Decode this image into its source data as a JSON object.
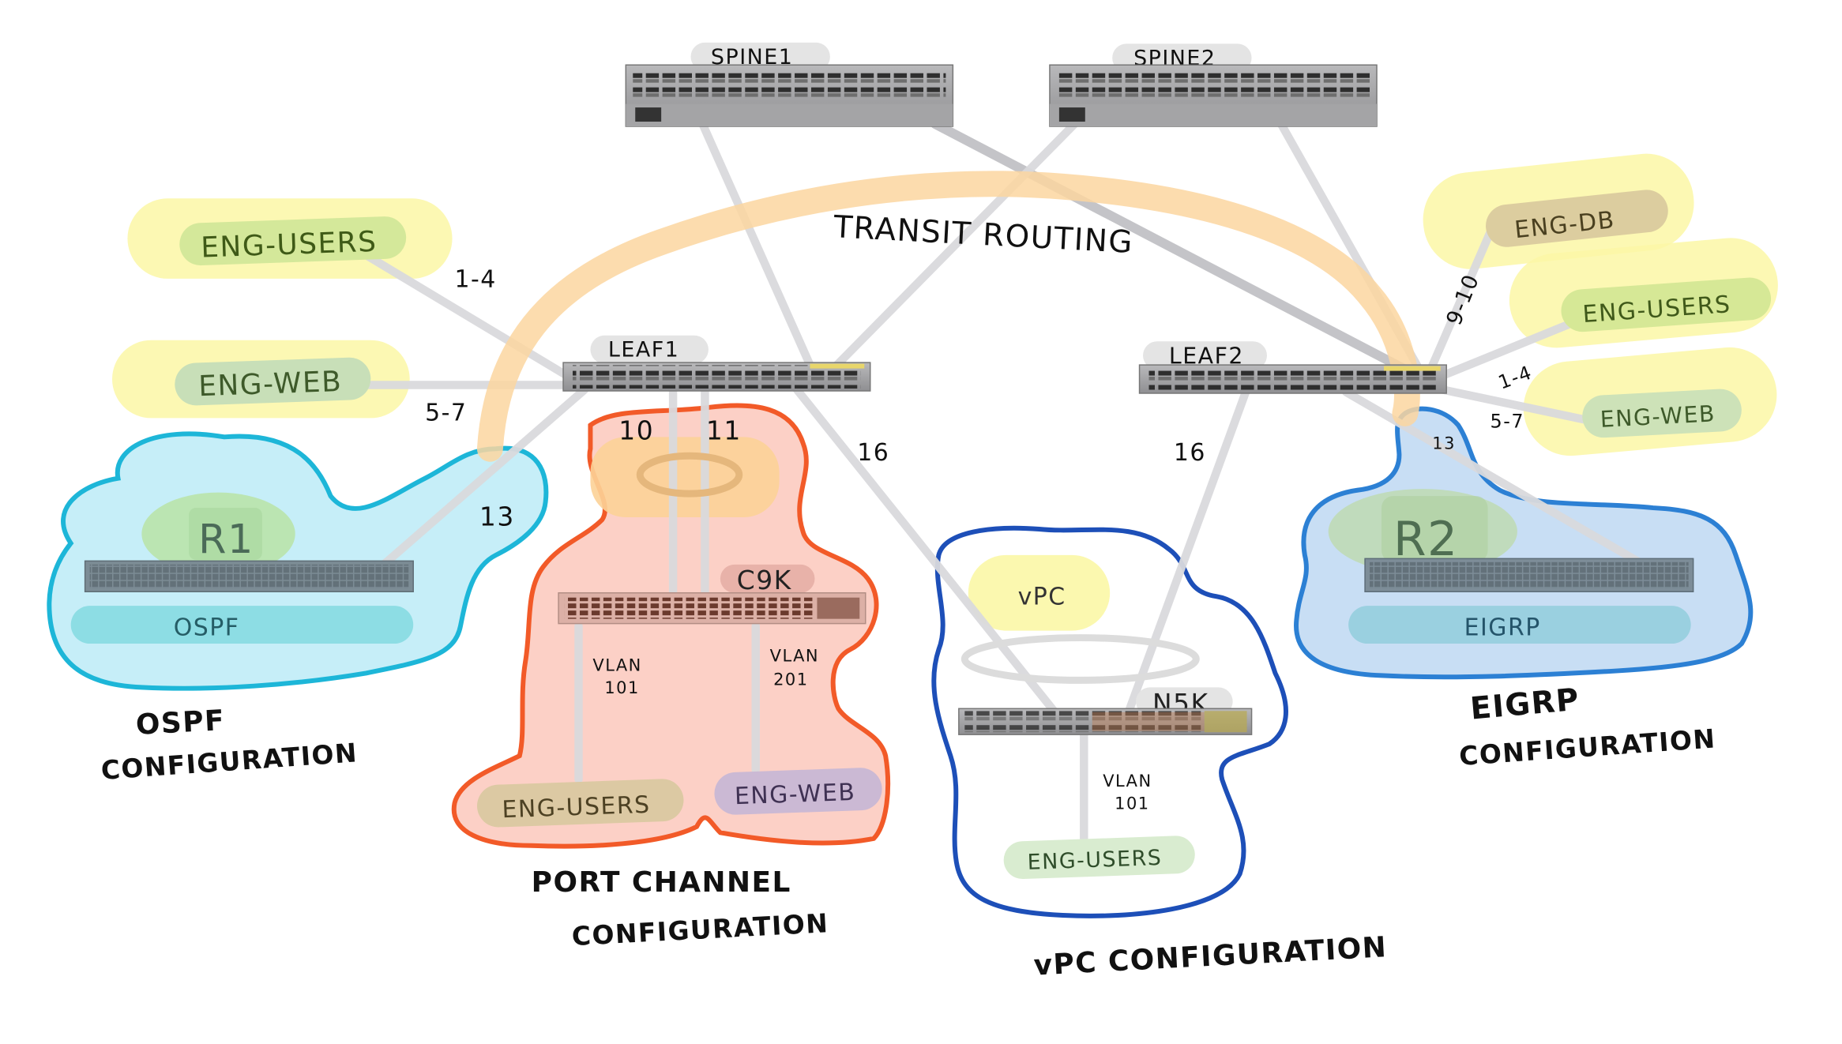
{
  "title": "Transit Routing Topology",
  "colors": {
    "transit_path": "#fcd9a4",
    "highlight_yellow": "#fbf7a8",
    "ospf_zone_fill": "#c3ecf6",
    "ospf_zone_stroke": "#1eb3d6",
    "port_channel_fill": "#fcd0c6",
    "port_channel_stroke": "#f2592a",
    "vpc_zone_stroke": "#1d4fb8",
    "eigrp_zone_fill": "#c8def4",
    "eigrp_zone_stroke": "#2c7fd3"
  },
  "spines": [
    {
      "name": "SPINE1"
    },
    {
      "name": "SPINE2"
    }
  ],
  "leaves": [
    {
      "name": "LEAF1"
    },
    {
      "name": "LEAF2"
    }
  ],
  "transit_label": "TRANSIT ROUTING",
  "leaf1_epgs": [
    {
      "name": "ENG-USERS",
      "ports": "1-4"
    },
    {
      "name": "ENG-WEB",
      "ports": "5-7"
    }
  ],
  "leaf2_epgs": [
    {
      "name": "ENG-DB",
      "ports": "9-10"
    },
    {
      "name": "ENG-USERS",
      "ports": "1-4"
    },
    {
      "name": "ENG-WEB",
      "ports": "5-7"
    }
  ],
  "ospf": {
    "router": "R1",
    "protocol": "OSPF",
    "port": "13",
    "caption_line1": "OSPF",
    "caption_line2": "CONFIGURATION"
  },
  "port_channel": {
    "switch": "C9K",
    "ports": [
      "10",
      "11"
    ],
    "vlans": [
      {
        "label": "VLAN",
        "id": "101",
        "epg": "ENG-USERS"
      },
      {
        "label": "VLAN",
        "id": "201",
        "epg": "ENG-WEB"
      }
    ],
    "caption_line1": "PORT CHANNEL",
    "caption_line2": "CONFIGURATION"
  },
  "vpc": {
    "badge": "vPC",
    "switch": "N5K",
    "leaf1_port": "16",
    "leaf2_port": "16",
    "vlan_label": "VLAN",
    "vlan_id": "101",
    "epg": "ENG-USERS",
    "caption": "vPC CONFIGURATION"
  },
  "eigrp": {
    "router": "R2",
    "protocol": "EIGRP",
    "port": "13",
    "caption_line1": "EIGRP",
    "caption_line2": "CONFIGURATION"
  }
}
